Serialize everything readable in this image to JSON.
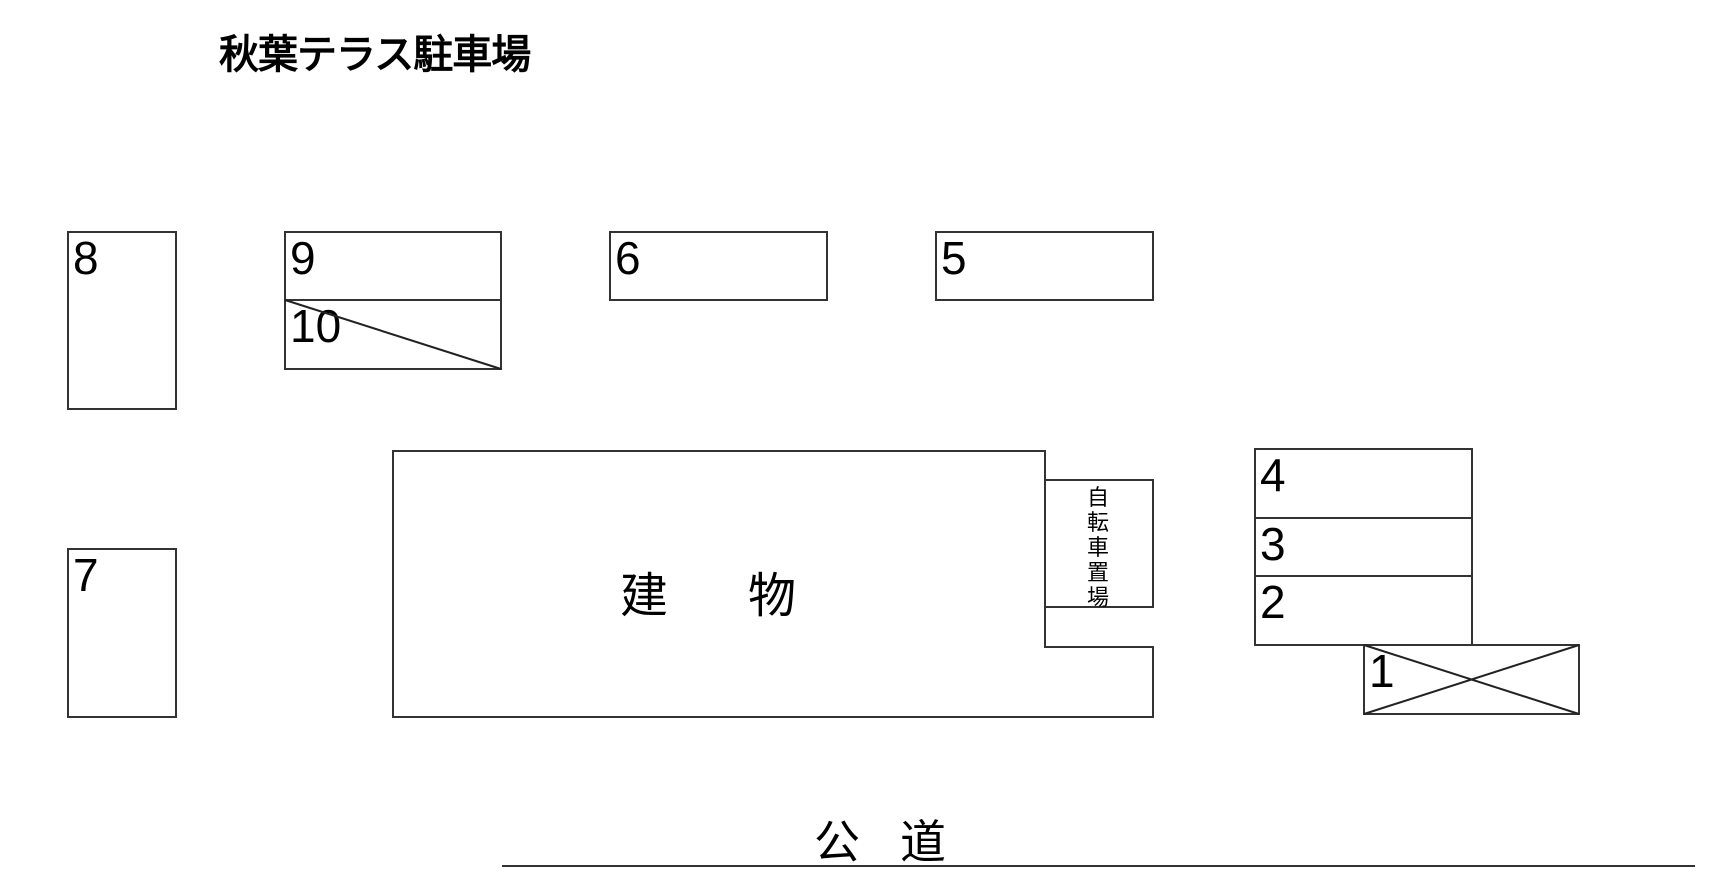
{
  "title": "秋葉テラス駐車場",
  "spaces": [
    {
      "id": "1",
      "label": "1",
      "status": "unavailable-x"
    },
    {
      "id": "2",
      "label": "2"
    },
    {
      "id": "3",
      "label": "3"
    },
    {
      "id": "4",
      "label": "4"
    },
    {
      "id": "5",
      "label": "5"
    },
    {
      "id": "6",
      "label": "6"
    },
    {
      "id": "7",
      "label": "7"
    },
    {
      "id": "8",
      "label": "8"
    },
    {
      "id": "9",
      "label": "9"
    },
    {
      "id": "10",
      "label": "10",
      "status": "diagonal-strike"
    }
  ],
  "building": {
    "label": "建物"
  },
  "bicycle_parking": {
    "label": "自転車置場"
  },
  "road": {
    "label": "公道"
  }
}
